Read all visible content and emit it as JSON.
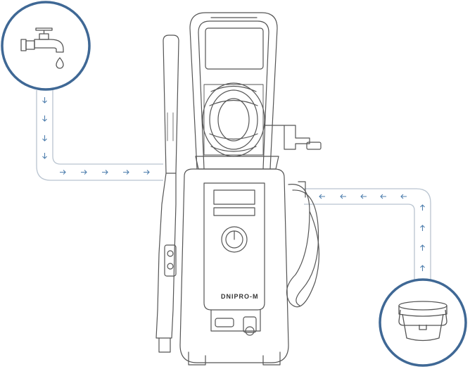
{
  "diagram": {
    "brand_label": "DNIPRO-M",
    "colors": {
      "pipe_outline": "#b9c4d0",
      "arrow": "#4f7fae",
      "circle_stroke": "#3f6895",
      "sketch": "#555555"
    },
    "nodes": [
      {
        "id": "water-tap",
        "icon": "water-tap-icon"
      },
      {
        "id": "pressure-washer",
        "icon": "pressure-washer-sketch"
      },
      {
        "id": "water-bucket",
        "icon": "bucket-icon"
      }
    ],
    "flows": [
      {
        "from": "water-tap",
        "to": "pressure-washer"
      },
      {
        "from": "water-bucket",
        "to": "pressure-washer"
      }
    ]
  }
}
